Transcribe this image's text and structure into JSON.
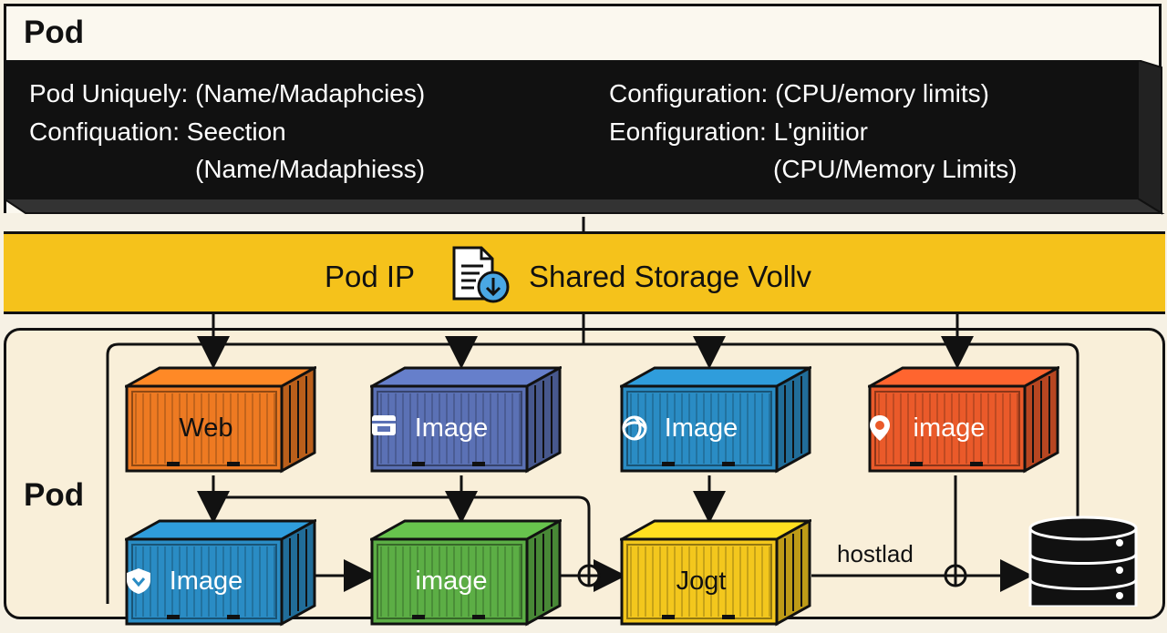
{
  "header": {
    "title": "Pod"
  },
  "config_band": {
    "left_lines": [
      "Pod Uniquely: (Name/Madaphcies)",
      "Confiquation: Seection",
      "(Name/Madaphiess)"
    ],
    "right_lines": [
      "Configuration: (CPU/emory limits)",
      "Eonfiguration: L'gniitior",
      "(CPU/Memory Limits)"
    ]
  },
  "storage_band": {
    "pod_ip": "Pod IP",
    "shared_storage": "Shared Storage Vollv",
    "icon": "document-download-icon"
  },
  "pod_panel": {
    "label": "Pod"
  },
  "containers": [
    {
      "label": "Web",
      "icon": "",
      "color": "#ee7a22"
    },
    {
      "label": "Image",
      "icon": "window-icon",
      "color": "#5b71b5"
    },
    {
      "label": "Image",
      "icon": "openai-swirl-icon",
      "color": "#2a8cc4"
    },
    {
      "label": "image",
      "icon": "location-pin-icon",
      "color": "#ea5a2a"
    },
    {
      "label": "Image",
      "icon": "shield-icon",
      "color": "#2a8cc4"
    },
    {
      "label": "image",
      "icon": "",
      "color": "#5cae45"
    },
    {
      "label": "Jogt",
      "icon": "",
      "color": "#f3c71d"
    }
  ],
  "connector_label": "hostlad",
  "database": {
    "icon": "database-icon"
  }
}
